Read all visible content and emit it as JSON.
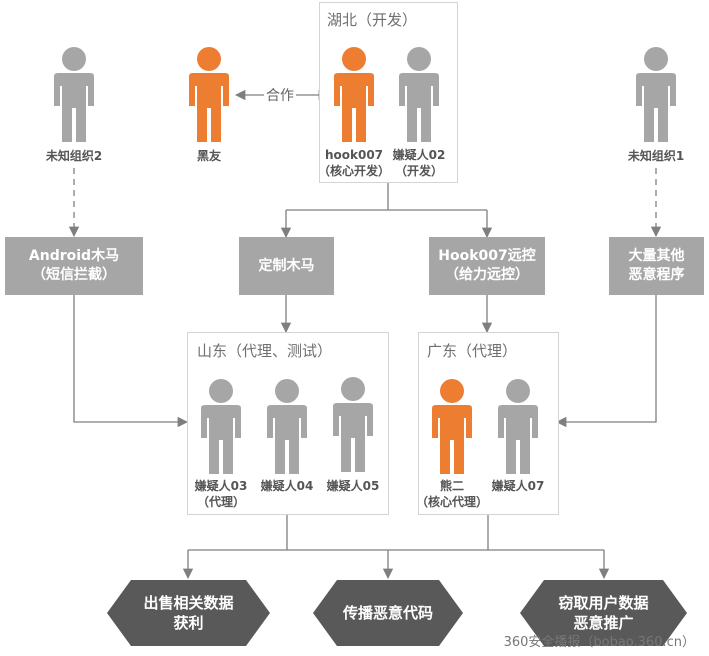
{
  "groups": {
    "hubei": "湖北（开发）",
    "shandong": "山东（代理、测试）",
    "guangdong": "广东（代理）"
  },
  "people": {
    "unknown2": "未知组织2",
    "heiyou": "黑友",
    "hook007": [
      "hook007",
      "（核心开发）"
    ],
    "suspect02": [
      "嫌疑人02",
      "（开发）"
    ],
    "unknown1": "未知组织1",
    "suspect03": [
      "嫌疑人03",
      "（代理）"
    ],
    "suspect04": "嫌疑人04",
    "suspect05": "嫌疑人05",
    "xiong2": [
      "熊二",
      "（核心代理）"
    ],
    "suspect07": "嫌疑人07"
  },
  "coop_label": "合作",
  "boxes": {
    "android": [
      "Android木马",
      "（短信拦截）"
    ],
    "custom": "定制木马",
    "hook_remote": [
      "Hook007远控",
      "（给力远控）"
    ],
    "malware": [
      "大量其他",
      "恶意程序"
    ]
  },
  "outcomes": {
    "sell": [
      "出售相关数据",
      "获利"
    ],
    "spread": "传播恶意代码",
    "steal": [
      "窃取用户数据",
      "恶意推广"
    ]
  },
  "watermark": "360安全播报（bobao.360.cn）",
  "colors": {
    "orange": "#ed7d31",
    "gray": "#a6a6a6",
    "dark": "#595959",
    "line": "#7f7f7f"
  }
}
